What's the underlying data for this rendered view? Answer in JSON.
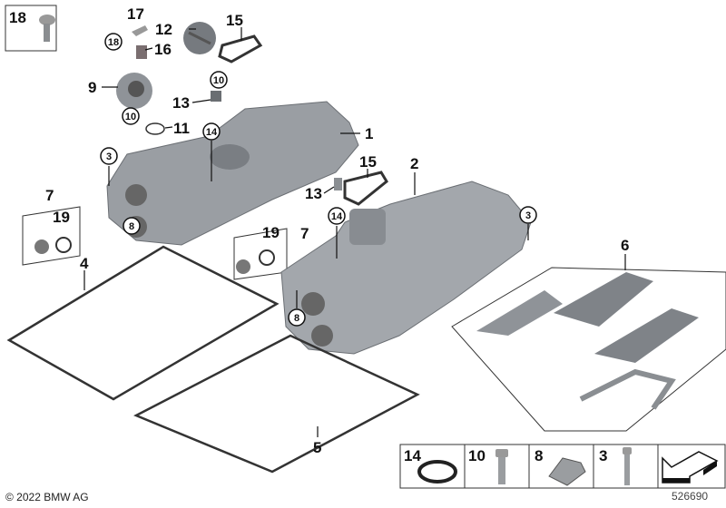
{
  "diagram": {
    "callouts": [
      {
        "num": "18",
        "circled": false
      },
      {
        "num": "17",
        "circled": false
      },
      {
        "num": "12",
        "circled": false
      },
      {
        "num": "15",
        "circled": false
      },
      {
        "num": "18",
        "circled": true
      },
      {
        "num": "16",
        "circled": false
      },
      {
        "num": "9",
        "circled": false
      },
      {
        "num": "10",
        "circled": true
      },
      {
        "num": "13",
        "circled": false
      },
      {
        "num": "10",
        "circled": true
      },
      {
        "num": "11",
        "circled": false
      },
      {
        "num": "1",
        "circled": false
      },
      {
        "num": "14",
        "circled": true
      },
      {
        "num": "3",
        "circled": true
      },
      {
        "num": "7",
        "circled": false
      },
      {
        "num": "19",
        "circled": false
      },
      {
        "num": "8",
        "circled": true
      },
      {
        "num": "4",
        "circled": false
      },
      {
        "num": "15",
        "circled": false
      },
      {
        "num": "2",
        "circled": false
      },
      {
        "num": "13",
        "circled": false
      },
      {
        "num": "14",
        "circled": true
      },
      {
        "num": "3",
        "circled": true
      },
      {
        "num": "19",
        "circled": false
      },
      {
        "num": "7",
        "circled": false
      },
      {
        "num": "6",
        "circled": false
      },
      {
        "num": "8",
        "circled": true
      },
      {
        "num": "5",
        "circled": false
      }
    ],
    "legend": [
      {
        "num": "14",
        "part": "o-ring-icon"
      },
      {
        "num": "10",
        "part": "bolt-icon"
      },
      {
        "num": "8",
        "part": "clip-icon"
      },
      {
        "num": "3",
        "part": "long-bolt-icon"
      }
    ]
  },
  "footer": {
    "copyright": "© 2022 BMW AG",
    "diagram_id": "526690"
  },
  "colors": {
    "part_gray": "#9a9ea3",
    "dark_gray": "#5d6166",
    "line": "#111111"
  }
}
